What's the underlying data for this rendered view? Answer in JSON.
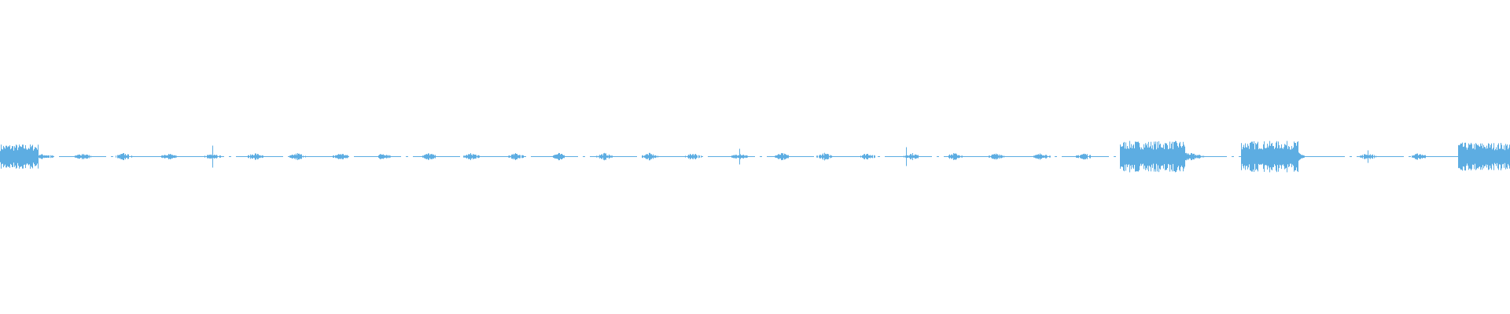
{
  "chart_data": {
    "type": "waveform",
    "title": "",
    "xlabel": "",
    "ylabel": "",
    "axes_visible": false,
    "grid": false,
    "color": "#5dade2",
    "background": "#ffffff",
    "amplitude_range": [
      -1,
      1
    ],
    "loud_segments": [
      {
        "start": 0.0,
        "end": 0.026,
        "amplitude": 0.08,
        "tail_end": 0.04,
        "tail_amplitude": 0.02
      },
      {
        "start": 0.742,
        "end": 0.785,
        "amplitude": 0.1,
        "tail_end": 0.8,
        "tail_amplitude": 0.03
      },
      {
        "start": 0.822,
        "end": 0.86,
        "amplitude": 0.1,
        "tail_end": 0.865,
        "tail_amplitude": 0.03
      },
      {
        "start": 0.966,
        "end": 1.0,
        "amplitude": 0.09,
        "tail_end": 1.0,
        "tail_amplitude": 0.09
      }
    ],
    "quiet_blips": [
      0.055,
      0.082,
      0.111,
      0.141,
      0.169,
      0.197,
      0.226,
      0.254,
      0.284,
      0.312,
      0.342,
      0.37,
      0.4,
      0.43,
      0.459,
      0.49,
      0.518,
      0.546,
      0.574,
      0.604,
      0.632,
      0.66,
      0.69,
      0.718,
      0.906,
      0.94
    ],
    "blip_amplitude": 0.025,
    "spikes": [
      {
        "t": 0.141,
        "amplitude": 0.07
      },
      {
        "t": 0.49,
        "amplitude": 0.05
      },
      {
        "t": 0.6,
        "amplitude": 0.06
      },
      {
        "t": 0.906,
        "amplitude": 0.04
      }
    ]
  }
}
